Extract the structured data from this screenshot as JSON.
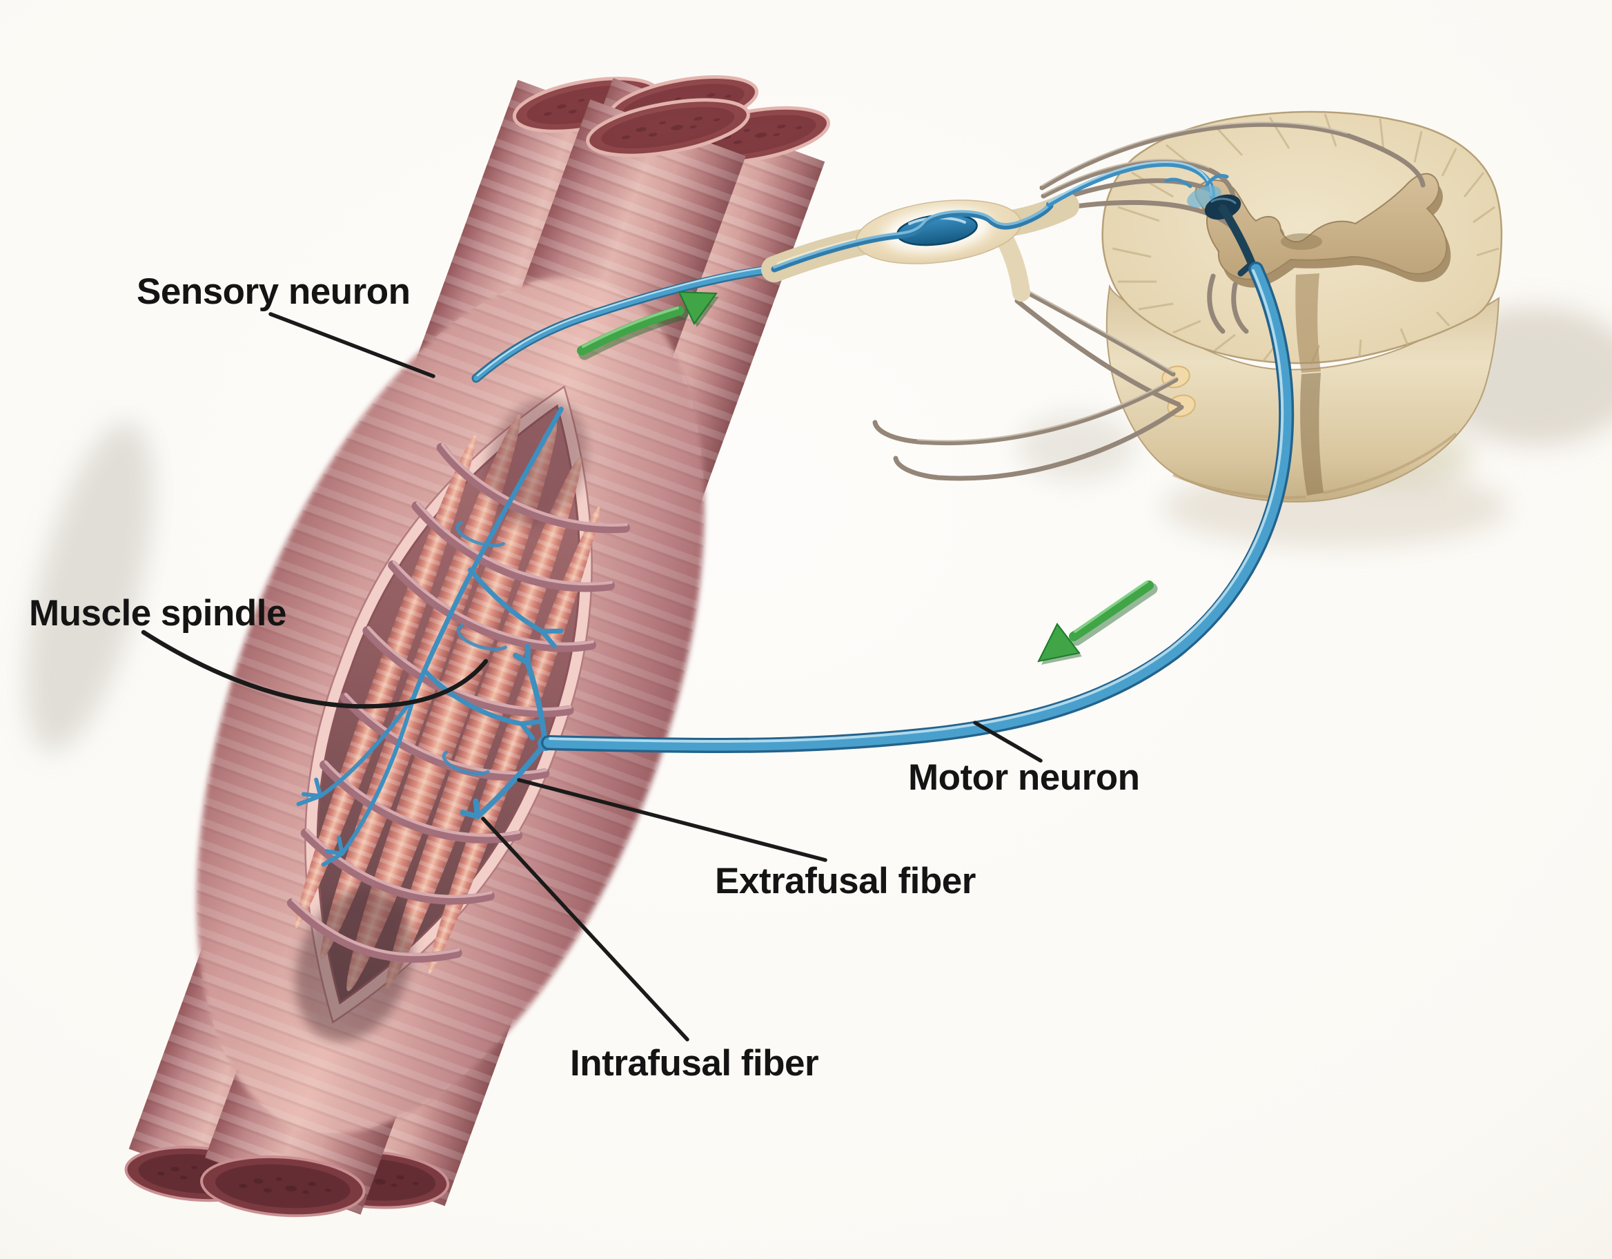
{
  "diagram": {
    "labels": {
      "sensory_neuron": "Sensory neuron",
      "muscle_spindle": "Muscle spindle",
      "motor_neuron": "Motor neuron",
      "extrafusal_fiber": "Extrafusal fiber",
      "intrafusal_fiber": "Intrafusal fiber"
    },
    "icons": {
      "afferent_arrow": "green arrow pointing up-right along sensory fiber",
      "efferent_arrow": "green arrow pointing down-left along motor fiber"
    },
    "colors": {
      "background": "#fbfaf6",
      "label_text": "#141414",
      "leader_line": "#1a1a1a",
      "nerve_blue": "#4aa0cd",
      "nerve_blue_dark": "#1c4258",
      "arrow_green": "#3fa546",
      "muscle_pink": "#c18a8a",
      "muscle_cut_face": "#8a4347",
      "spindle_intrafusal": "#d98b7d",
      "spindle_band": "#a26f7b",
      "cord_white_matter": "#e6d6b2",
      "cord_gray_matter": "#c9b28c",
      "gray_fiber": "#948678",
      "nerve_trunk": "#e4d6b4"
    }
  }
}
